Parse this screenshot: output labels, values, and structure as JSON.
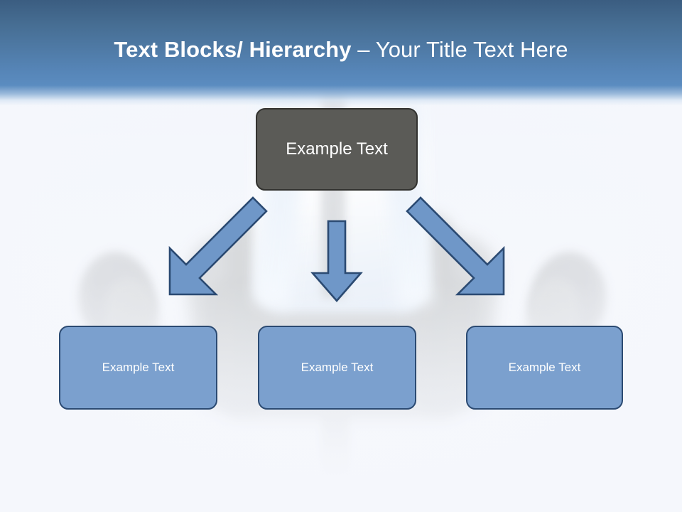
{
  "slide": {
    "title_bold": "Text Blocks/ Hierarchy",
    "title_sep": " – ",
    "title_light": "Your Title Text Here",
    "background_description": "Faded photo of a person in a white shirt reclining in an office chair with feet up"
  },
  "colors": {
    "header_top": "#3b5d81",
    "header_bottom": "#5b8cc0",
    "page_background": "#f5f7fc",
    "top_node_fill": "#5b5b57",
    "top_node_border": "#32322f",
    "child_node_fill": "#7ba0ce",
    "child_node_border": "#2b4a72",
    "arrow_fill": "#6f97c8",
    "arrow_border": "#2b4a72",
    "text_on_node": "#ffffff"
  },
  "diagram": {
    "type": "hierarchy",
    "root": {
      "label": "Example  Text"
    },
    "children": [
      {
        "label": "Example Text",
        "arrow": "diagonal-down-left"
      },
      {
        "label": "Example Text",
        "arrow": "straight-down"
      },
      {
        "label": "Example Text",
        "arrow": "diagonal-down-right"
      }
    ]
  }
}
